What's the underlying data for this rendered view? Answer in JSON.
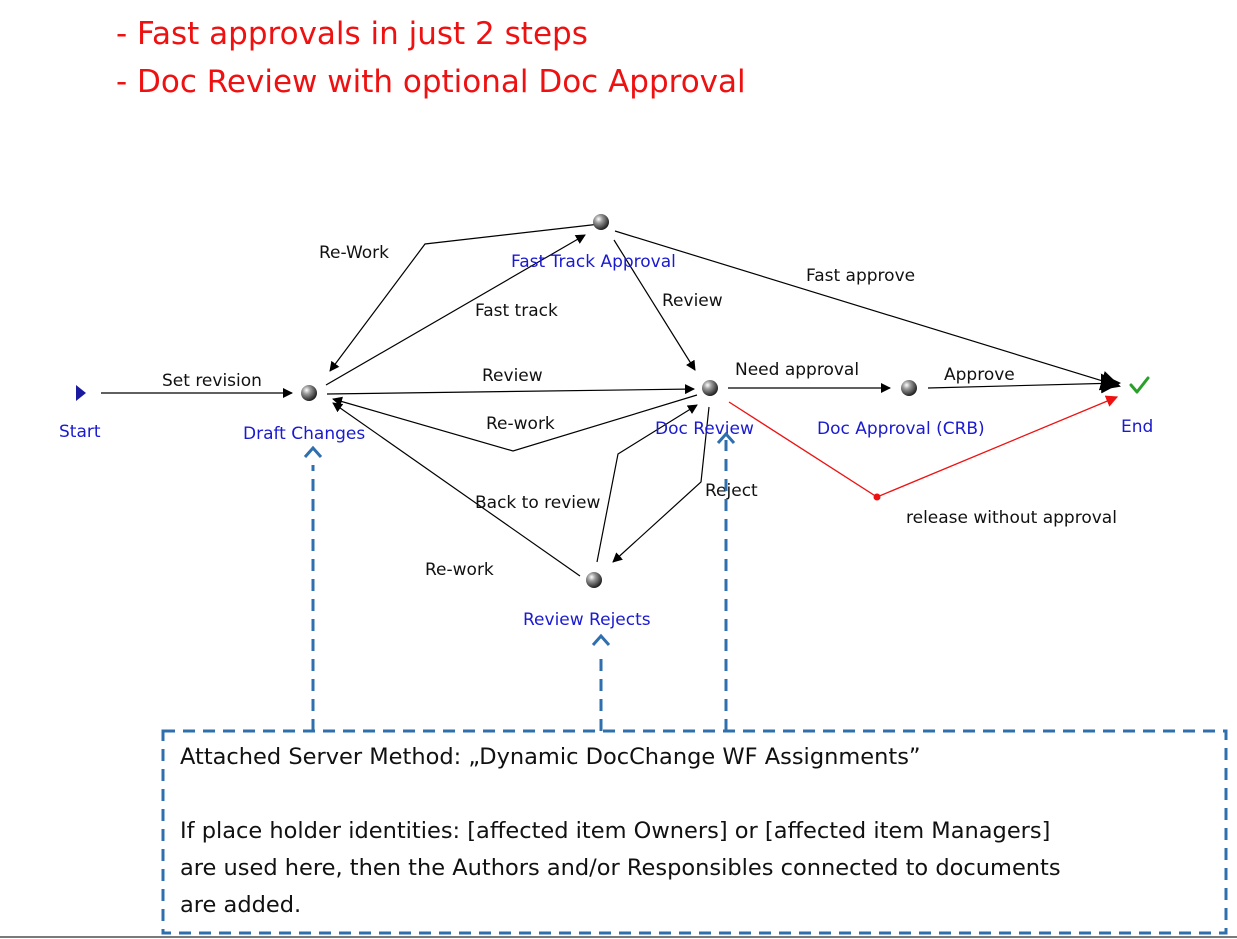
{
  "heading": {
    "line1": "- Fast approvals in just 2 steps",
    "line2": "- Doc Review with optional Doc Approval"
  },
  "nodes": {
    "start": "Start",
    "draft_changes": "Draft Changes",
    "fast_track_approval": "Fast Track Approval",
    "doc_review": "Doc Review",
    "doc_approval": "Doc Approval (CRB)",
    "review_rejects": "Review Rejects",
    "end": "End"
  },
  "edges": {
    "set_revision": "Set revision",
    "rework_fast": "Re-Work",
    "fast_track": "Fast track",
    "fast_approve": "Fast approve",
    "review_fast": "Review",
    "review_draft": "Review",
    "rework_draft": "Re-work",
    "need_approval": "Need approval",
    "approve": "Approve",
    "back_to_review": "Back to review",
    "reject": "Reject",
    "rework_rejects": "Re-work",
    "release_without_approval": "release without approval"
  },
  "note": {
    "line1": "Attached Server Method:  „Dynamic DocChange WF Assignments”",
    "line2": "If place holder identities: [affected item Owners] or [affected item Managers]",
    "line3": "are used here, then the  Authors and/or Responsibles connected to documents",
    "line4": "are added."
  },
  "colors": {
    "heading": "#ee1111",
    "node_label": "#1a1ad0",
    "edge": "#000000",
    "release_path": "#ee1111",
    "dashed_callout": "#2f6fae",
    "end_check": "#2aa02a"
  }
}
